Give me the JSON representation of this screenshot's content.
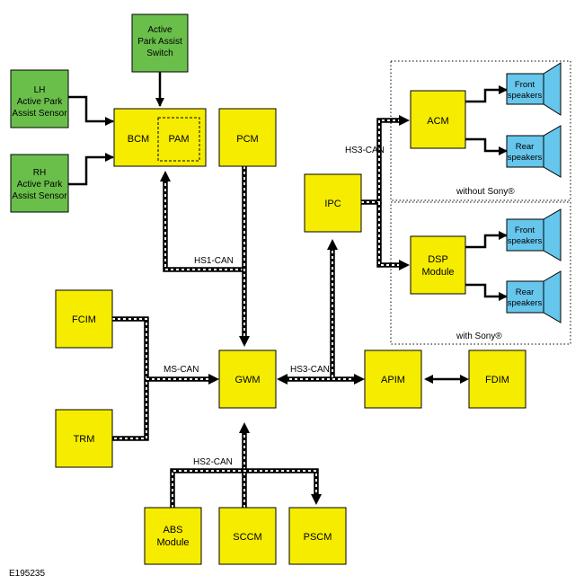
{
  "modules": {
    "apa_switch": [
      "Active",
      "Park Assist",
      "Switch"
    ],
    "lh_sensor": [
      "LH",
      "Active Park",
      "Assist Sensor"
    ],
    "rh_sensor": [
      "RH",
      "Active Park",
      "Assist Sensor"
    ],
    "bcm": "BCM",
    "pam": "PAM",
    "pcm": "PCM",
    "ipc": "IPC",
    "acm": "ACM",
    "dsp": [
      "DSP",
      "Module"
    ],
    "fcim": "FCIM",
    "trm": "TRM",
    "gwm": "GWM",
    "apim": "APIM",
    "fdim": "FDIM",
    "abs": [
      "ABS",
      "Module"
    ],
    "sccm": "SCCM",
    "pscm": "PSCM"
  },
  "speakers": {
    "front": [
      "Front",
      "speakers"
    ],
    "rear": [
      "Rear",
      "speakers"
    ]
  },
  "groups": {
    "without_sony": "without Sony®",
    "with_sony": "with Sony®"
  },
  "buses": {
    "hs1": "HS1-CAN",
    "hs2": "HS2-CAN",
    "hs3_top": "HS3-CAN",
    "hs3_mid": "HS3-CAN",
    "ms": "MS-CAN"
  },
  "figure_id": "E195235",
  "colors": {
    "module": "#f5ec00",
    "sensor": "#6abf4b",
    "speaker": "#66c6ec"
  }
}
